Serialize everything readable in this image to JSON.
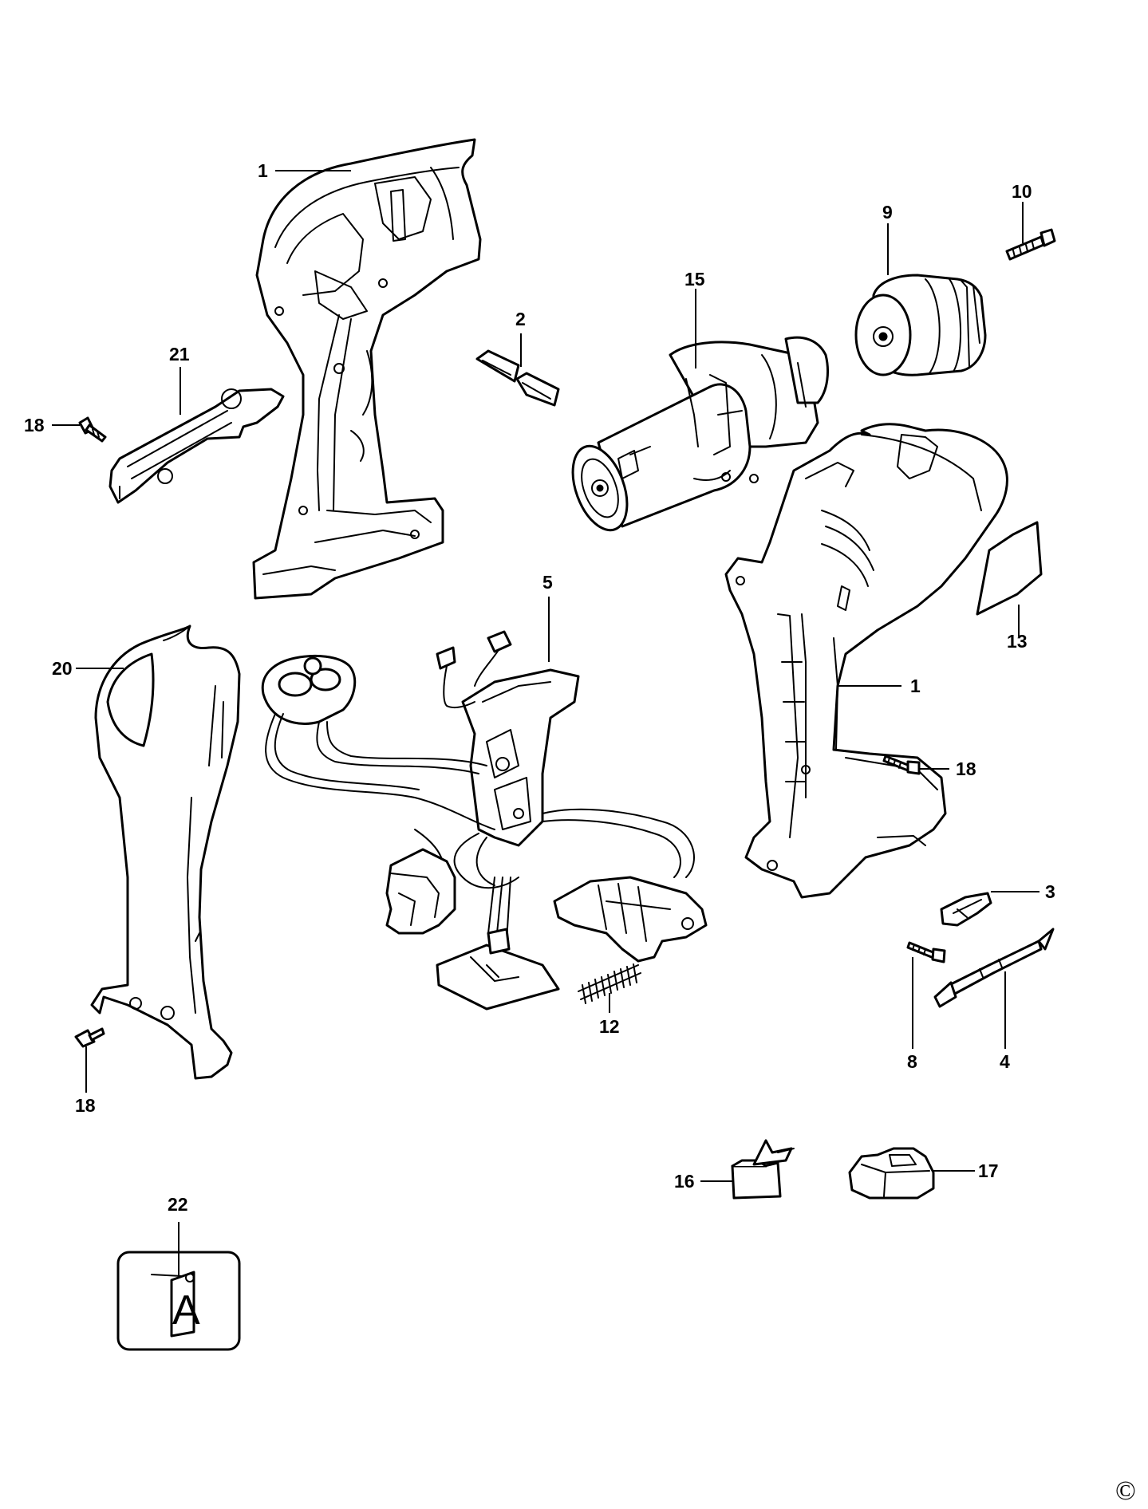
{
  "labels": {
    "housing_left": "1",
    "housing_right": "1",
    "part_2": "2",
    "part_3": "3",
    "part_4": "4",
    "part_5": "5",
    "part_8": "8",
    "part_9": "9",
    "part_10": "10",
    "part_12": "12",
    "part_13": "13",
    "part_15": "15",
    "part_16": "16",
    "part_17": "17",
    "part_18_a": "18",
    "part_18_b": "18",
    "part_18_c": "18",
    "part_20": "20",
    "part_21": "21",
    "part_22": "22"
  },
  "sign_letter": "A",
  "copyright": "©"
}
